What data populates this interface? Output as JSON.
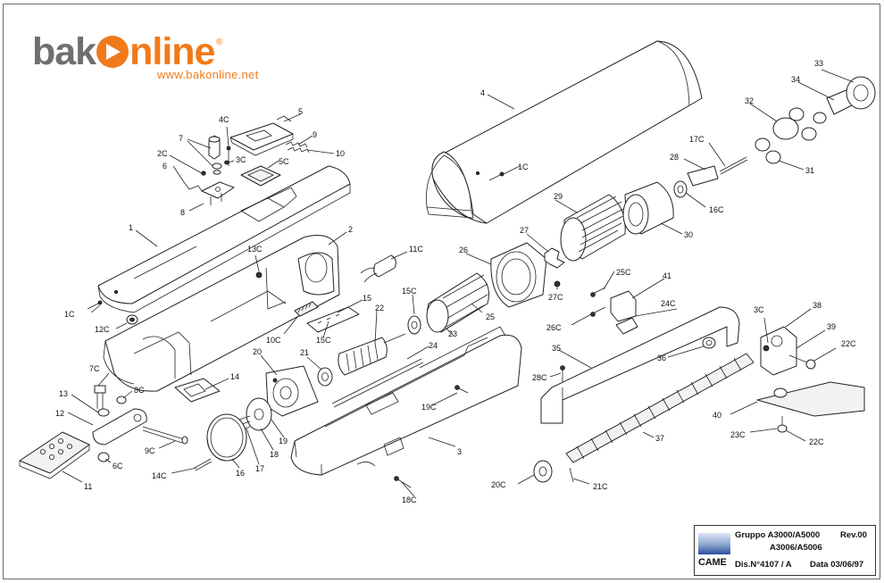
{
  "logo": {
    "brand_prefix": "bak",
    "brand_suffix": "nline",
    "registered": "®",
    "url": "www.bakonline.net"
  },
  "title_block": {
    "brand": "CAME",
    "group": "Gruppo A3000/A5000",
    "models": "A3006/A5006",
    "revision": "Rev.00",
    "drawing_number": "Dis.N°4107 / A",
    "date": "Data 03/06/97"
  },
  "part_labels": {
    "p1": "1",
    "p2": "2",
    "p3": "3",
    "p4": "4",
    "p5": "5",
    "p6": "6",
    "p7": "7",
    "p8": "8",
    "p9": "9",
    "p10": "10",
    "p11": "11",
    "p12": "12",
    "p13": "13",
    "p14": "14",
    "p15": "15",
    "p16": "16",
    "p17": "17",
    "p18": "18",
    "p19": "19",
    "p20": "20",
    "p21": "21",
    "p22": "22",
    "p23": "23",
    "p24": "24",
    "p25": "25",
    "p26": "26",
    "p27": "27",
    "p28": "28",
    "p29": "29",
    "p30": "30",
    "p31": "31",
    "p32": "32",
    "p33": "33",
    "p34": "34",
    "p35": "35",
    "p36": "36",
    "p37": "37",
    "p38": "38",
    "p39": "39",
    "p40": "40",
    "p41": "41",
    "p1C_a": "1C",
    "p1C_b": "1C",
    "p2C": "2C",
    "p3C_a": "3C",
    "p3C_b": "3C",
    "p4C": "4C",
    "p5C": "5C",
    "p6C": "6C",
    "p7C": "7C",
    "p8C": "8C",
    "p9C": "9C",
    "p10C": "10C",
    "p11C": "11C",
    "p12C": "12C",
    "p13C": "13C",
    "p14C": "14C",
    "p15C_a": "15C",
    "p15C_b": "15C",
    "p16C": "16C",
    "p17C": "17C",
    "p18C": "18C",
    "p19C": "19C",
    "p20C": "20C",
    "p21C": "21C",
    "p22C_a": "22C",
    "p22C_b": "22C",
    "p23C": "23C",
    "p24C": "24C",
    "p25C": "25C",
    "p26C": "26C",
    "p27C": "27C",
    "p28C": "28C"
  },
  "colors": {
    "logo_orange": "#f07a1a",
    "logo_gray": "#6f6f6f",
    "line": "#222222",
    "came_blue": "#2a4e9a"
  }
}
